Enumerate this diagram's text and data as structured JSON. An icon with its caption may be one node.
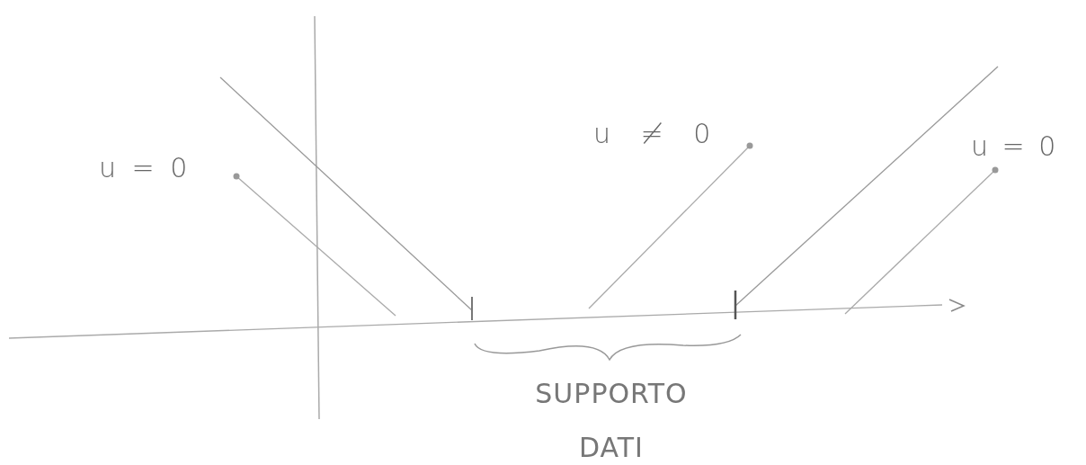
{
  "diagram": {
    "nodes": [
      {
        "text": [
          "u = 0"
        ]
      },
      {
        "text": [
          "u ≠ 0"
        ]
      },
      {
        "text": [
          "u = 0"
        ]
      }
    ],
    "edges": [
      {
        "from": 0,
        "to": null,
        "arrow": "other"
      },
      {
        "from": 1,
        "to": null,
        "arrow": "other"
      },
      {
        "from": 2,
        "to": null,
        "arrow": "other"
      }
    ],
    "labels": [
      "SUPPORTO DATI"
    ]
  }
}
